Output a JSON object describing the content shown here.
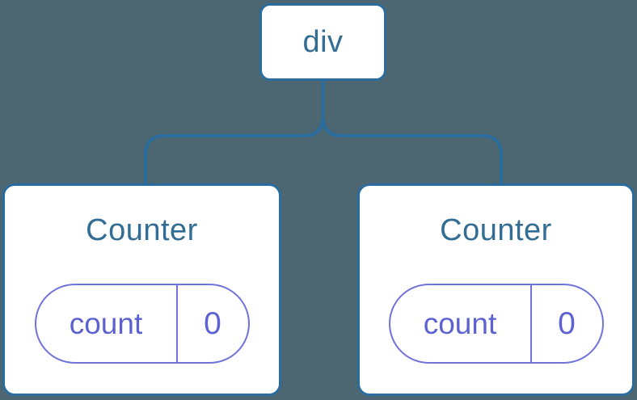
{
  "diagram": {
    "title": "component-tree",
    "background_color": "#4c6771",
    "colors": {
      "node_background": "#ffffff",
      "node_border": "#2b6c9e",
      "node_label": "#336d93",
      "connector": "#2b6c9e",
      "state_pill_border": "#6f73da",
      "state_pill_text": "#5d62d3"
    },
    "root": {
      "label": "div"
    },
    "children": [
      {
        "label": "Counter",
        "state": {
          "key": "count",
          "value": "0"
        }
      },
      {
        "label": "Counter",
        "state": {
          "key": "count",
          "value": "0"
        }
      }
    ]
  }
}
